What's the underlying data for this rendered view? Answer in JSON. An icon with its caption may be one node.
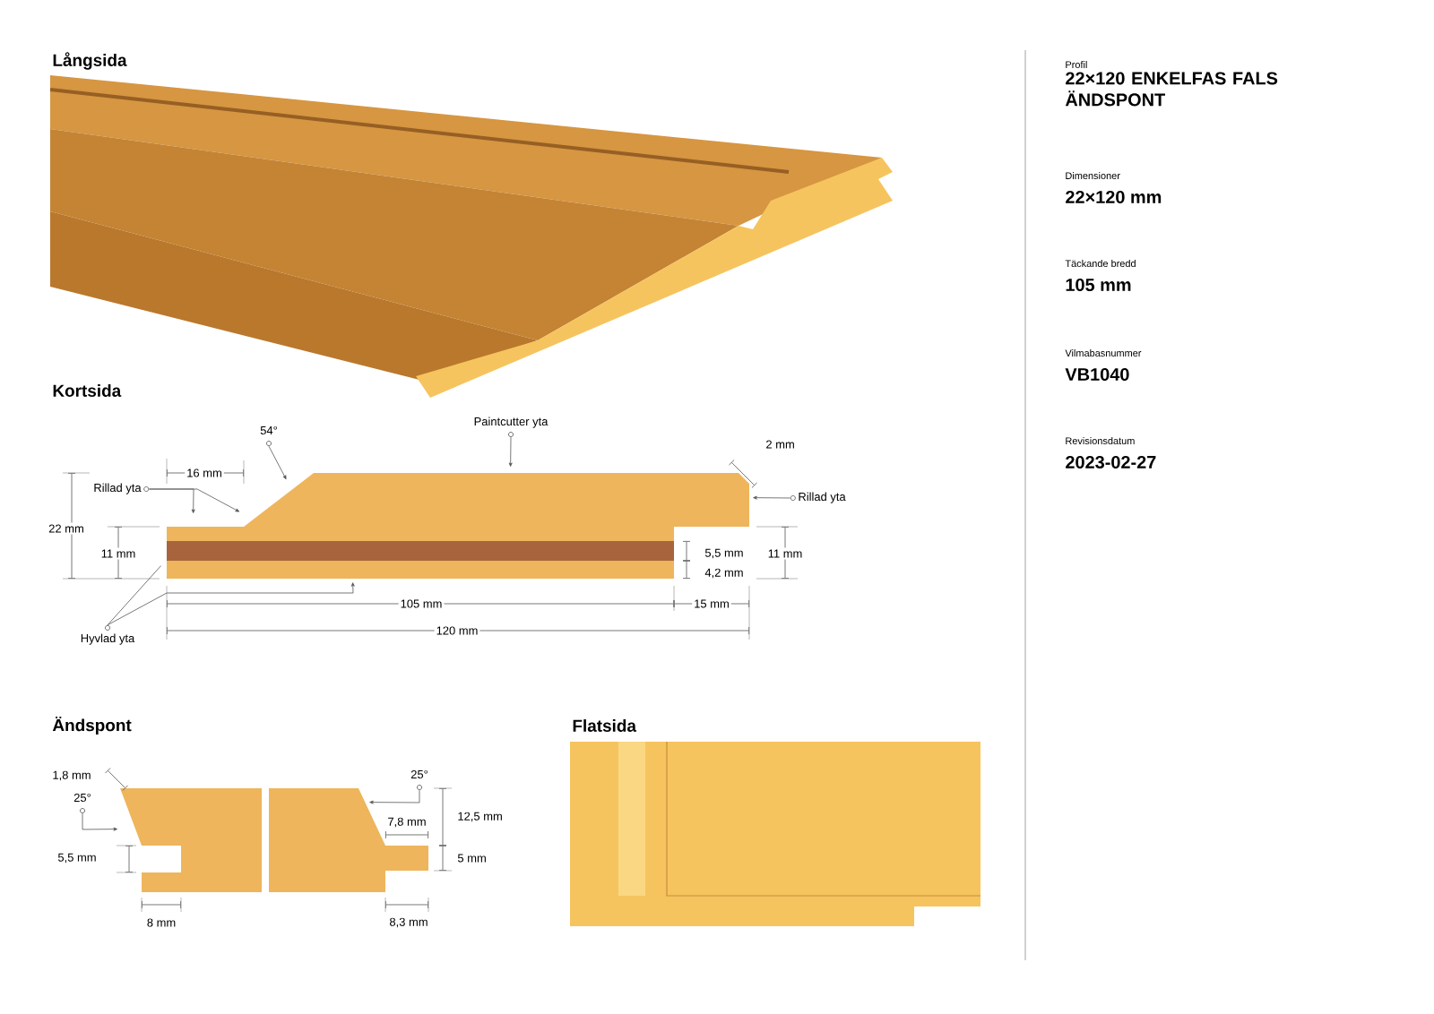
{
  "diagram": {
    "nodes": [
      {
        "text": [
          "Rillad yta"
        ]
      },
      {
        "text": [
          "54°"
        ]
      },
      {
        "text": [
          "Paintcutter yta"
        ]
      },
      {
        "text": [
          "Rillad yta"
        ]
      },
      {
        "text": [
          "Hyvlad yta"
        ]
      },
      {
        "text": [
          "25°"
        ]
      },
      {
        "text": [
          "25°"
        ]
      },
      {
        "text": [],
        "shape": "picture"
      },
      {
        "text": [],
        "shape": "picture"
      },
      {
        "text": [],
        "shape": "picture"
      }
    ],
    "edges": [
      {
        "from": 0,
        "to": 7,
        "arrow": "to"
      },
      {
        "from": 0,
        "to": 7,
        "arrow": "to"
      },
      {
        "from": 1,
        "to": 7,
        "arrow": "to"
      },
      {
        "from": 2,
        "to": 7,
        "arrow": "to"
      },
      {
        "from": 3,
        "to": 7,
        "arrow": "to"
      },
      {
        "from": 4,
        "to": 7,
        "arrow": "none"
      },
      {
        "from": 4,
        "to": 7,
        "arrow": "to"
      },
      {
        "from": 5,
        "to": 8,
        "arrow": "to"
      },
      {
        "from": 6,
        "to": 9,
        "arrow": "to"
      }
    ],
    "labels": [
      "Långsida",
      "Kortsida",
      "16 mm",
      "22 mm",
      "11 mm",
      "5,5 mm",
      "4,2 mm",
      "11 mm",
      "2 mm",
      "105 mm",
      "15 mm",
      "120 mm",
      "Ändspont",
      "1,8 mm",
      "5,5 mm",
      "8 mm",
      "7,8 mm",
      "12,5 mm",
      "5 mm",
      "8,3 mm",
      "Flatsida",
      "Profil",
      "22×120 ENKELFAS FALS ÄNDSPONT",
      "Dimensioner",
      "22×120 mm",
      "Täckande bredd",
      "105 mm",
      "Vilmabasnummer",
      "VB1040",
      "Revisionsdatum",
      "2023-02-27"
    ]
  }
}
